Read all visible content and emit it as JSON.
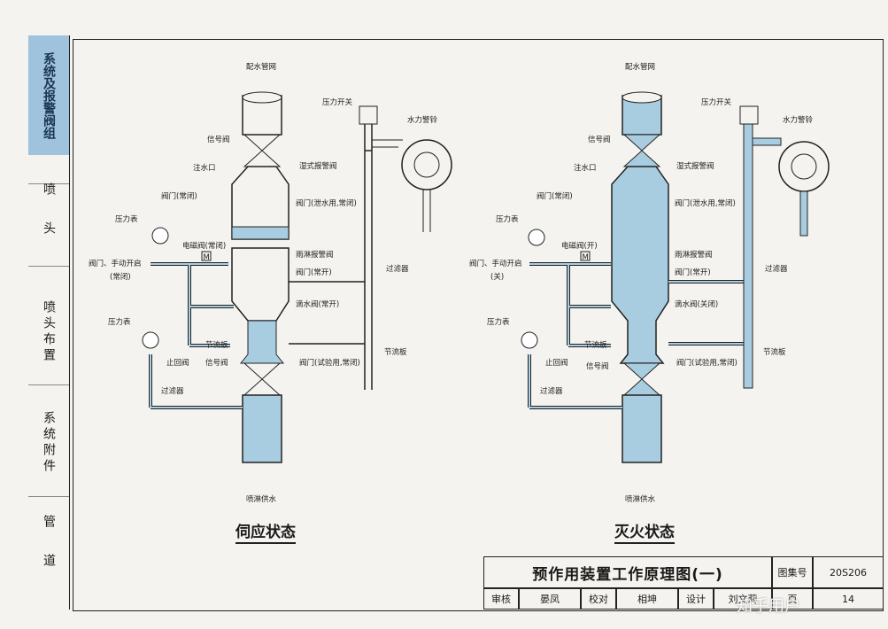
{
  "sidebar": {
    "tabs": [
      {
        "label": "系统及报警阀组"
      },
      {
        "label": "喷头"
      },
      {
        "label": "喷头布置"
      },
      {
        "label": "系统附件"
      },
      {
        "label": "管道"
      }
    ]
  },
  "colors": {
    "water": "#a9cde0",
    "line": "#222222",
    "tab_active": "#9fc3dd"
  },
  "left_diagram": {
    "caption": "伺应状态",
    "labels": {
      "top_pipe": "配水管网",
      "pressure_switch": "压力开关",
      "water_bell": "水力警铃",
      "signal_valve_top": "信号阀",
      "water_inlet": "注水口",
      "wet_alarm_valve": "湿式报警阀",
      "valve_closed": "阀门(常闭)",
      "valve_drain": "阀门(泄水用,常闭)",
      "pressure_gauge_top": "压力表",
      "solenoid_valve": "电磁阀(常闭)",
      "deluge_valve": "雨淋报警阀",
      "valve_manual": "阀门、手动开启",
      "valve_manual_state": "(常闭)",
      "valve_open": "阀门(常开)",
      "filter_right": "过滤器",
      "drip_valve": "滴水阀(常开)",
      "pressure_gauge_bottom": "压力表",
      "throttle_plate": "节流板",
      "check_valve": "止回阀",
      "signal_valve_bottom": "信号阀",
      "valve_test": "阀门(试验用,常闭)",
      "throttle_plate_right": "节流板",
      "filter_bottom": "过滤器",
      "bottom_pipe": "喷淋供水",
      "solenoid_symbol": "M"
    }
  },
  "right_diagram": {
    "caption": "灭火状态",
    "labels": {
      "top_pipe": "配水管网",
      "pressure_switch": "压力开关",
      "water_bell": "水力警铃",
      "signal_valve_top": "信号阀",
      "water_inlet": "注水口",
      "wet_alarm_valve": "湿式报警阀",
      "valve_closed": "阀门(常闭)",
      "valve_drain": "阀门(泄水用,常闭)",
      "pressure_gauge_top": "压力表",
      "solenoid_valve": "电磁阀(开)",
      "deluge_valve": "雨淋报警阀",
      "valve_manual": "阀门、手动开启",
      "valve_manual_state": "(关)",
      "valve_open": "阀门(常开)",
      "filter_right": "过滤器",
      "drip_valve": "滴水阀(关闭)",
      "pressure_gauge_bottom": "压力表",
      "throttle_plate": "节流板",
      "check_valve": "止回阀",
      "signal_valve_bottom": "信号阀",
      "valve_test": "阀门(试验用,常闭)",
      "throttle_plate_right": "节流板",
      "filter_bottom": "过滤器",
      "bottom_pipe": "喷淋供水",
      "solenoid_symbol": "M"
    }
  },
  "title_block": {
    "title": "预作用装置工作原理图(一)",
    "atlas_label": "图集号",
    "atlas_no": "20S206",
    "row": [
      "审核",
      "晏凤",
      "校对",
      "相坤",
      "设计",
      "刘文莉",
      "页",
      "14"
    ]
  },
  "watermark": "知乎用户"
}
